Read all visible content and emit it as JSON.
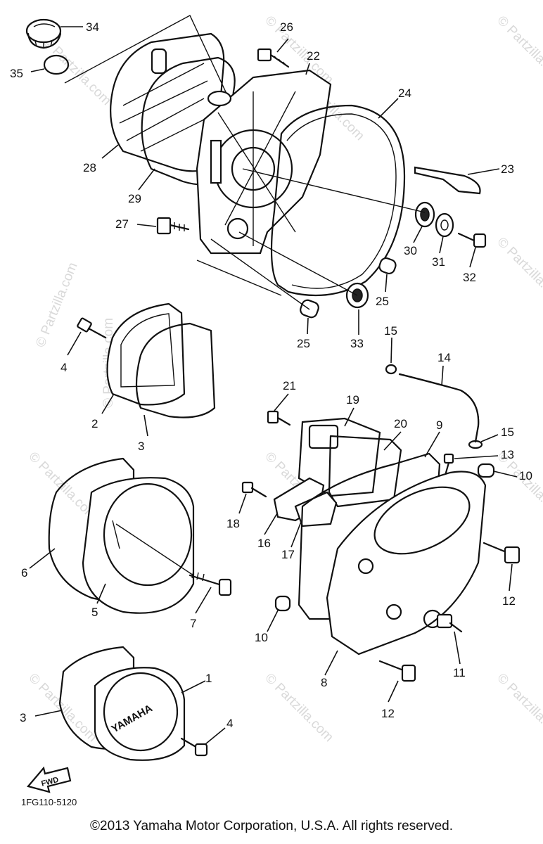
{
  "watermark": "© Partzilla.com",
  "callouts": [
    "34",
    "35",
    "26",
    "22",
    "24",
    "28",
    "29",
    "23",
    "27",
    "30",
    "31",
    "32",
    "25",
    "25",
    "33",
    "4",
    "2",
    "3",
    "15",
    "14",
    "21",
    "19",
    "20",
    "9",
    "15",
    "13",
    "10",
    "18",
    "16",
    "17",
    "6",
    "5",
    "7",
    "12",
    "10",
    "8",
    "11",
    "12",
    "3",
    "1",
    "4"
  ],
  "fwd_label": "FWD",
  "brand_mark": "YAMAHA",
  "diagram_code": "1FG110-5120",
  "copyright": "©2013  Yamaha Motor Corporation, U.S.A. All rights reserved.",
  "colors": {
    "line": "#111111",
    "watermark": "#d9d9d9",
    "background": "#ffffff"
  }
}
